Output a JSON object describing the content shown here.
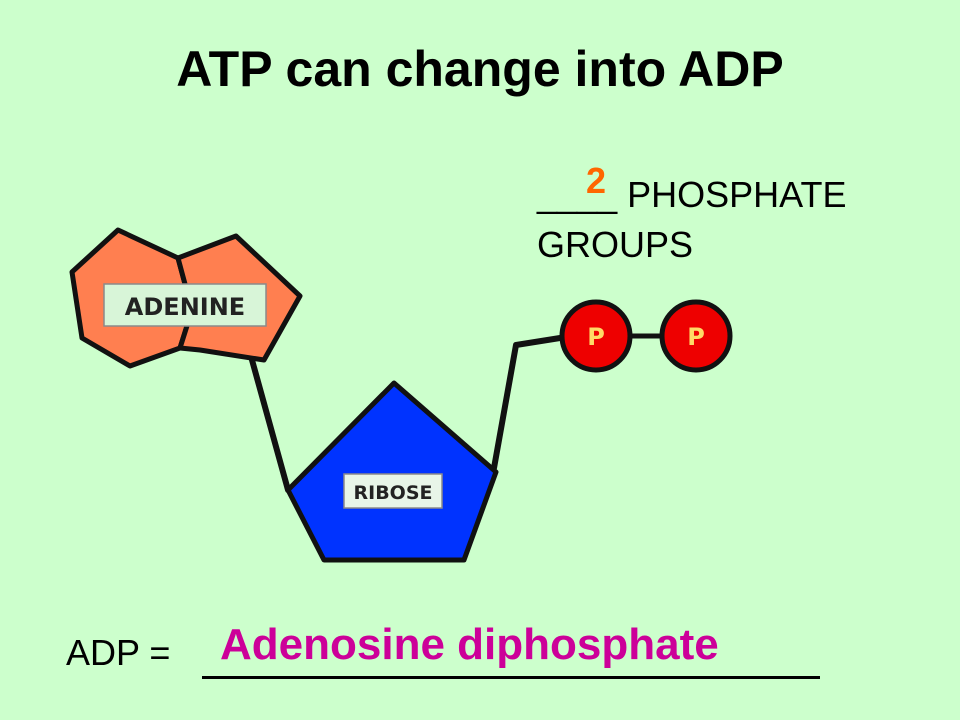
{
  "slide": {
    "title": "ATP can change into ADP"
  },
  "phosphate_question": {
    "blank": "____",
    "line1": " PHOSPHATE",
    "line2": "GROUPS",
    "answer": "2"
  },
  "diagram": {
    "adenine_label": "ADENINE",
    "ribose_label": "RIBOSE",
    "phosphate_labels": [
      "P",
      "P"
    ]
  },
  "definition": {
    "prefix": "ADP = ",
    "answer": "Adenosine diphosphate"
  },
  "colors": {
    "background": "#ccffcc",
    "adenine": "#ff7f50",
    "ribose": "#0033ff",
    "phosphate": "#ee0000",
    "count_answer": "#ff6600",
    "definition_answer": "#cc0099"
  }
}
